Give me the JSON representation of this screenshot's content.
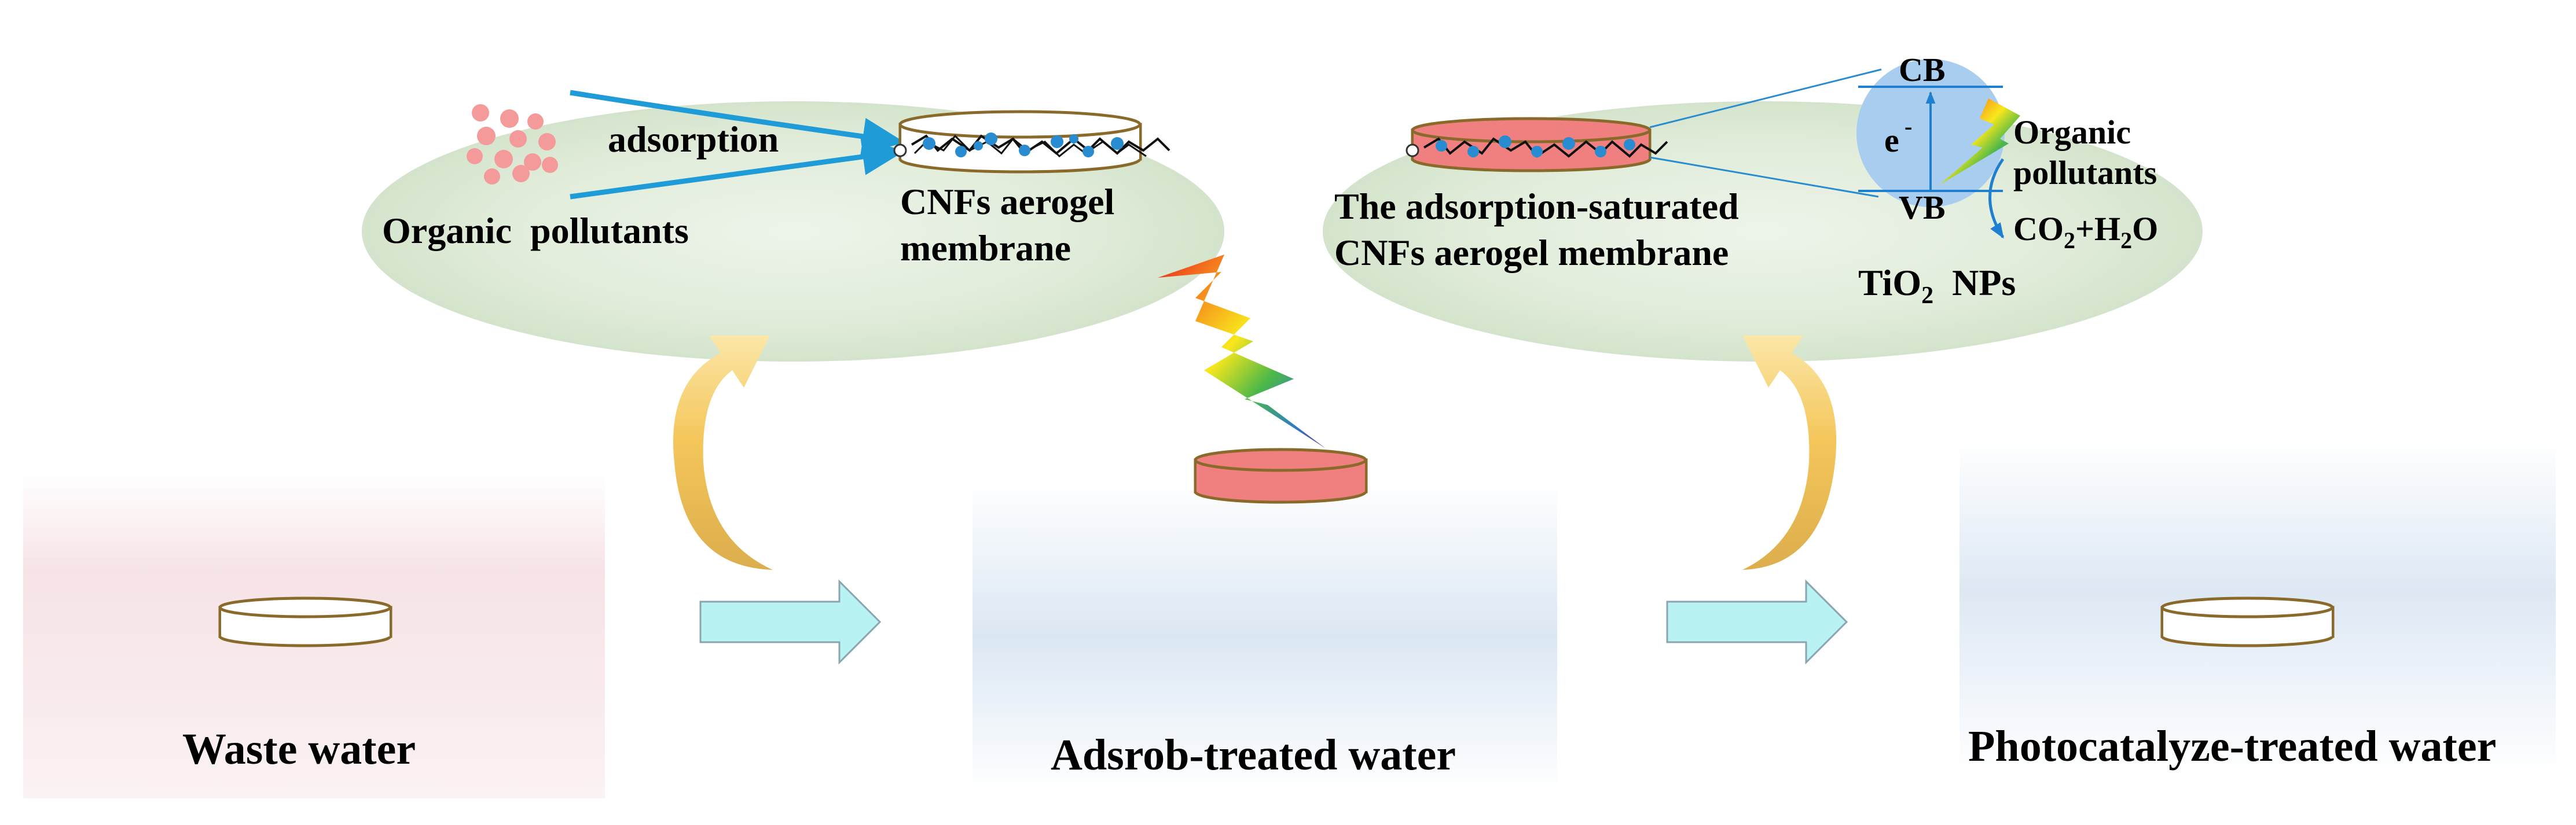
{
  "labels": {
    "organic_pollutants": "Organic  pollutants",
    "adsorption": "adsorption",
    "cnfs_line1": "CNFs aerogel",
    "cnfs_line2": "membrane",
    "saturated_line1": "The adsorption-saturated",
    "saturated_line2": "CNFs aerogel membrane",
    "cb": "CB",
    "vb": "VB",
    "electron": "e",
    "electron_sup": "-",
    "organic_right_line1": "Organic",
    "organic_right_line2": "pollutants",
    "co2_co": "CO",
    "co2_sub": "2",
    "co2_mid": "+H",
    "h2o_sub": "2",
    "h2o_o": "O",
    "tio2_ti": "TiO",
    "tio2_sub": "2",
    "tio2_nps": "  NPs",
    "waste_water": "Waste water",
    "adsorb_treated": "Adsrob-treated water",
    "photo_treated": "Photocatalyze-treated water"
  },
  "colors": {
    "ellipse_fill": "#dbe8d3",
    "waste_panel": "#f0c5cc",
    "treated_panel": "#c9dbee",
    "membrane_red": "#f08080",
    "membrane_outline": "#8a6a2a",
    "pollutant_dot": "#f49a9a",
    "adsorption_arrow": "#1f9bd8",
    "block_arrow_fill": "#b8f2f2",
    "curved_arrow": "#f2c04a",
    "tio2_circle": "#a9cdee",
    "particle_blue": "#2a8cd0"
  }
}
